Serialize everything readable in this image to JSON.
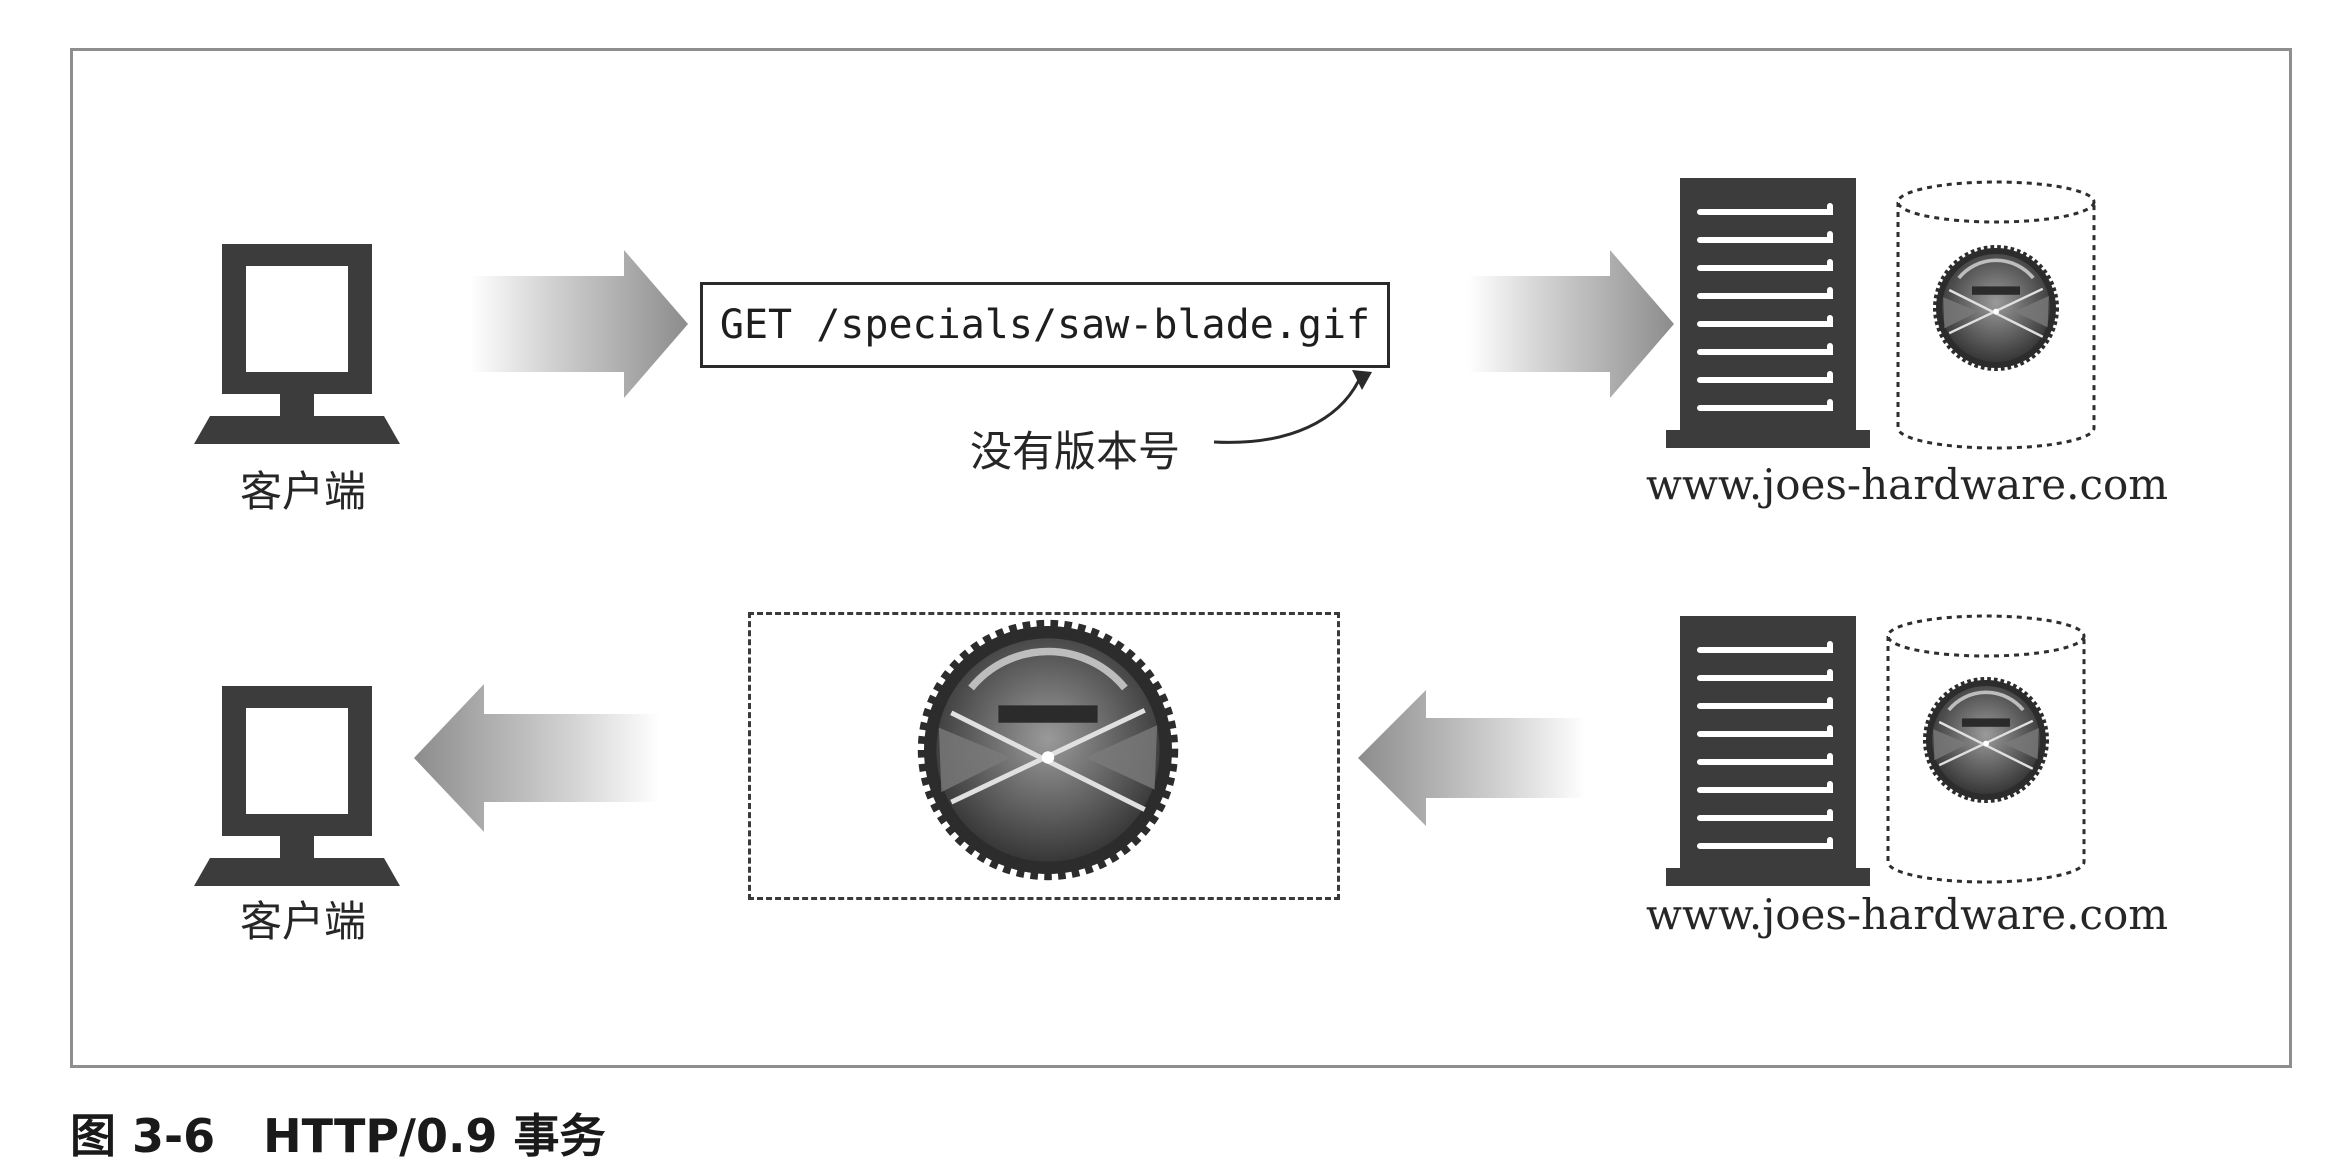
{
  "figure": {
    "number": "图 3-6",
    "title": "HTTP/0.9 事务"
  },
  "request": {
    "client_label": "客户端",
    "message": "GET /specials/saw-blade.gif",
    "annotation": "没有版本号",
    "server_label": "www.joes-hardware.com"
  },
  "response": {
    "client_label": "客户端",
    "server_label": "www.joes-hardware.com"
  },
  "icons": [
    "computer-icon",
    "server-icon",
    "disk-icon",
    "saw-blade-icon",
    "arrow-right",
    "arrow-left"
  ],
  "colors": {
    "ink": "#3a3a3a",
    "arrow": "#9a9a9a"
  }
}
